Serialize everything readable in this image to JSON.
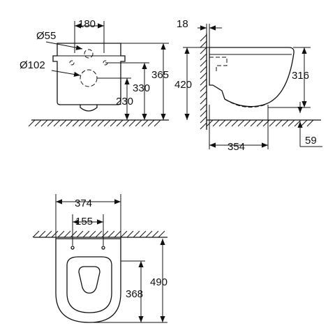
{
  "front_view": {
    "width_180": "180",
    "diameter_55": "Ø55",
    "diameter_102": "Ø102",
    "height_365": "365",
    "height_330": "330",
    "height_230": "230"
  },
  "side_view": {
    "wall_18": "18",
    "height_420": "420",
    "height_316": "316",
    "depth_354": "354",
    "offset_59": "59"
  },
  "top_view": {
    "width_374": "374",
    "spacing_155": "155",
    "length_368": "368",
    "length_490": "490"
  },
  "colors": {
    "line": "#111111",
    "background": "#ffffff"
  }
}
